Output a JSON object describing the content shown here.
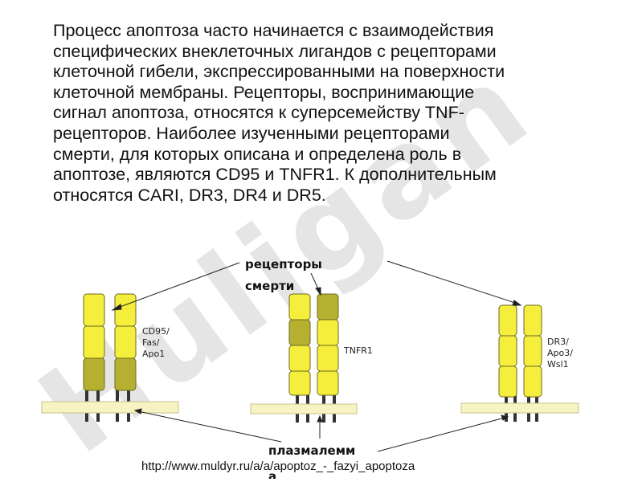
{
  "paragraph": "Процесс апоптоза часто начинается с взаимодействия\nспецифических внеклеточных лигандов с рецепторами\nклеточной гибели, экспрессированными на поверхности\nклеточной мембраны. Рецепторы, воспринимающие\nсигнал апоптоза, относятся к суперсемейству TNF-\nрецепторов. Наиболее изученными рецепторами\nсмерти, для которых описана и определена роль в\nапоптозе, являются CD95 и TNFR1. К дополнительным\nотносятся CARI, DR3, DR4 и DR5.",
  "diagram": {
    "label_receptors_line1": "рецепторы",
    "label_receptors_line2": "смерти",
    "label_membrane": "плазмалемм",
    "label_membrane_tail": "а",
    "receptor1": "CD95/\nFas/\nApo1",
    "receptor2": "TNFR1",
    "receptor3": "DR3/\nApo3/\nWsl1"
  },
  "watermark_text": "Huligan",
  "source_url": "http://www.muldyr.ru/a/a/apoptoz_-_fazyi_apoptoza",
  "colors": {
    "receptor_fill": "#f5ee3c",
    "receptor_dark": "#b5b030",
    "membrane": "#f7f3c2",
    "watermark_a": "#e8a6ee",
    "watermark_b": "#bfbfbf"
  }
}
